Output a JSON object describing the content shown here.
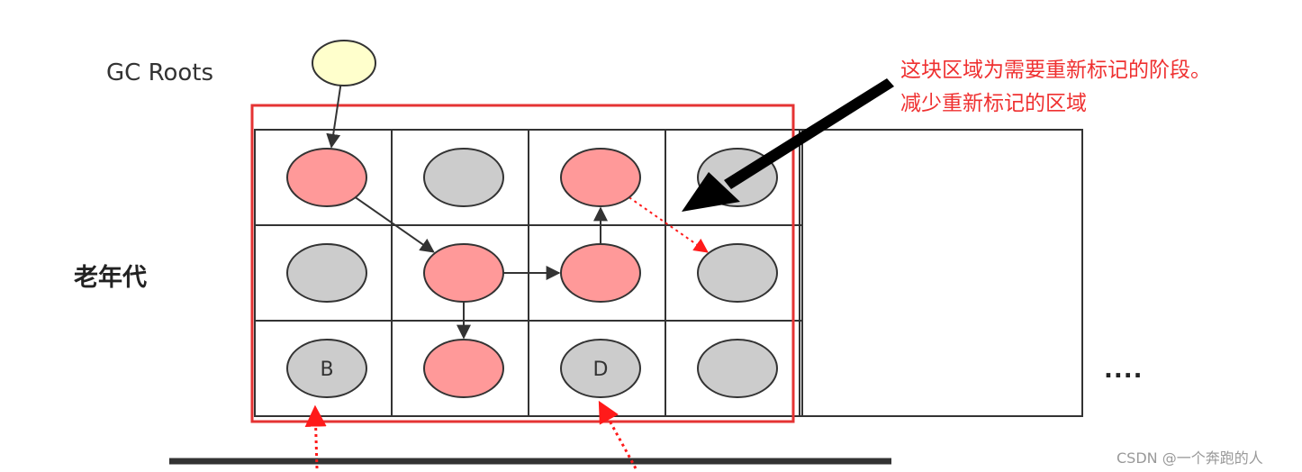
{
  "labels": {
    "gc_roots": "GC Roots",
    "old_generation": "老年代",
    "annotation_line1": "这块区域为需要重新标记的阶段。",
    "annotation_line2": "减少重新标记的区域",
    "ellipsis": "....",
    "watermark": "CSDN @一个奔跑的人"
  },
  "colors": {
    "marked_object": "#ff9999",
    "unmarked_object": "#cccccc",
    "gc_root": "#ffffcc",
    "highlight_border": "#e53333",
    "annotation_text": "#ef3030",
    "grid_line": "#333333"
  },
  "objects": [
    {
      "id": "r0c0",
      "state": "marked",
      "letter": ""
    },
    {
      "id": "r0c1",
      "state": "unmarked",
      "letter": ""
    },
    {
      "id": "r0c2",
      "state": "marked",
      "letter": ""
    },
    {
      "id": "r0c3",
      "state": "unmarked",
      "letter": ""
    },
    {
      "id": "r1c0",
      "state": "unmarked",
      "letter": ""
    },
    {
      "id": "r1c1",
      "state": "marked",
      "letter": ""
    },
    {
      "id": "r1c2",
      "state": "marked",
      "letter": ""
    },
    {
      "id": "r1c3",
      "state": "unmarked",
      "letter": ""
    },
    {
      "id": "r2c0",
      "state": "unmarked",
      "letter": "B"
    },
    {
      "id": "r2c1",
      "state": "marked",
      "letter": ""
    },
    {
      "id": "r2c2",
      "state": "unmarked",
      "letter": "D"
    },
    {
      "id": "r2c3",
      "state": "unmarked",
      "letter": ""
    }
  ],
  "references": [
    {
      "from": "gc-root",
      "to": "r0c0",
      "style": "solid"
    },
    {
      "from": "r0c0",
      "to": "r1c1",
      "style": "solid"
    },
    {
      "from": "r1c1",
      "to": "r1c2",
      "style": "solid"
    },
    {
      "from": "r1c1",
      "to": "r2c1",
      "style": "solid"
    },
    {
      "from": "r1c2",
      "to": "r0c2",
      "style": "solid"
    },
    {
      "from": "r0c2",
      "to": "r1c3",
      "style": "dotted"
    }
  ]
}
